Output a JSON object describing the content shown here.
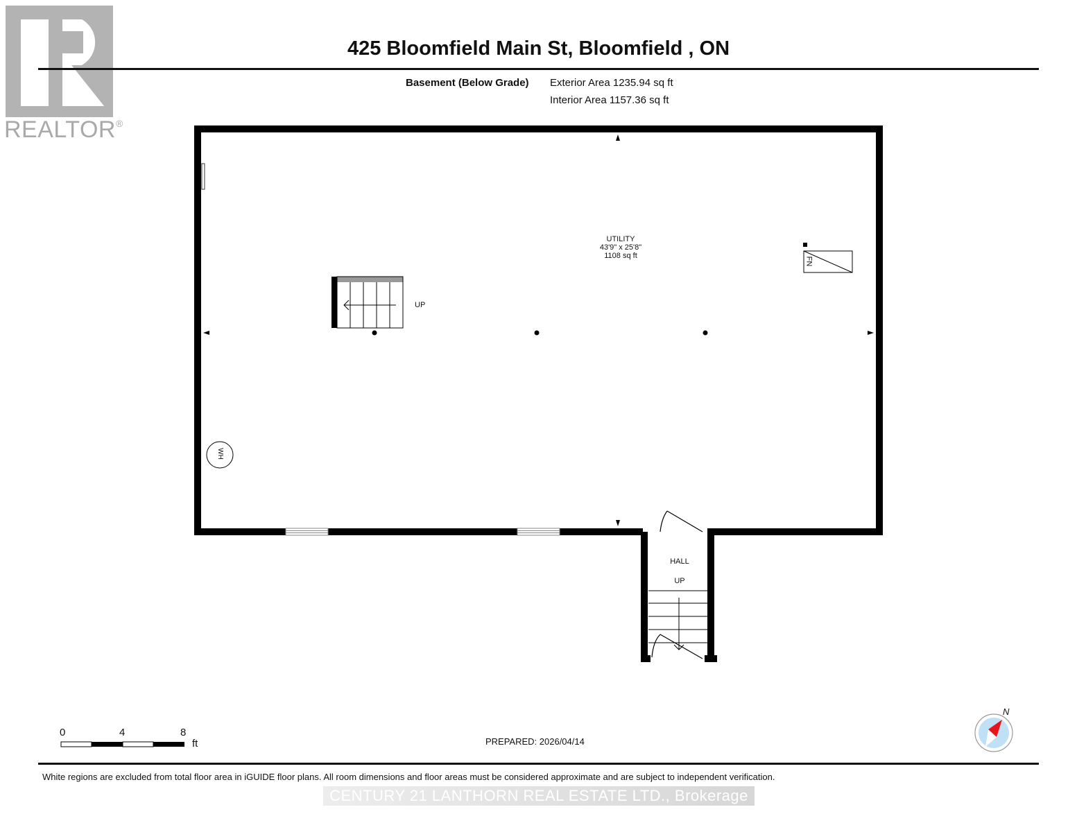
{
  "branding": {
    "logo_text": "REALTOR",
    "logo_mark": "®",
    "logo_color": "#b3b3b3"
  },
  "header": {
    "title": "425 Bloomfield Main St, Bloomfield , ON"
  },
  "floor": {
    "name": "Basement (Below Grade)",
    "exterior_area": "Exterior Area 1235.94 sq ft",
    "interior_area": "Interior Area 1157.36 sq ft"
  },
  "rooms": [
    {
      "name": "UTILITY",
      "dimensions": "43'9\" x 25'8\"",
      "area": "1108 sq ft"
    },
    {
      "name": "HALL",
      "dimensions": "",
      "area": ""
    }
  ],
  "fixtures": {
    "stairs_main_label": "UP",
    "stairs_hall_label": "UP",
    "furnace_label": "FN",
    "water_heater_label": "WH"
  },
  "scale_bar": {
    "ticks": [
      "0",
      "4",
      "8"
    ],
    "unit": "ft"
  },
  "compass": {
    "label": "N",
    "needle_color": "#e8141c",
    "dial_color": "#bfe0f5"
  },
  "footer": {
    "prepared": "PREPARED: 2026/04/14",
    "disclaimer": "White regions are excluded from total floor area in iGUIDE floor plans. All room dimensions and floor areas must be considered approximate and are subject to independent verification.",
    "watermark": "CENTURY 21 LANTHORN REAL ESTATE LTD., Brokerage"
  }
}
